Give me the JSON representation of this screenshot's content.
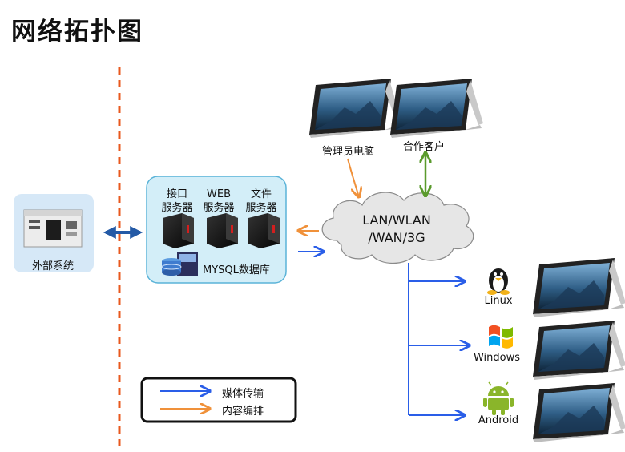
{
  "title": "网络拓扑图",
  "external": {
    "label": "外部系统"
  },
  "servers": [
    {
      "line1": "接口",
      "line2": "服务器"
    },
    {
      "line1": "WEB",
      "line2": "服务器"
    },
    {
      "line1": "文件",
      "line2": "服务器"
    }
  ],
  "database": {
    "label": "MYSQL数据库"
  },
  "cloud": {
    "line1": "LAN/WLAN",
    "line2": "/WAN/3G"
  },
  "top_clients": [
    {
      "label": "管理员电脑"
    },
    {
      "label": "合作客户"
    }
  ],
  "platforms": [
    {
      "label": "Linux",
      "icon": "linux-penguin-icon"
    },
    {
      "label": "Windows",
      "icon": "windows-flag-icon"
    },
    {
      "label": "Android",
      "icon": "android-robot-icon"
    }
  ],
  "legend": {
    "media": {
      "label": "媒体传输",
      "color": "#2a5ee8"
    },
    "content": {
      "label": "内容编排",
      "color": "#f0913a"
    }
  },
  "colors": {
    "divider": "#e8581e",
    "server_panel_bg": "#d3eef8",
    "server_panel_border": "#5ab3d8",
    "external_bg": "#d6e8f7",
    "sync_arrow": "#5a9a2c",
    "double_arrow": "#245aa6"
  }
}
